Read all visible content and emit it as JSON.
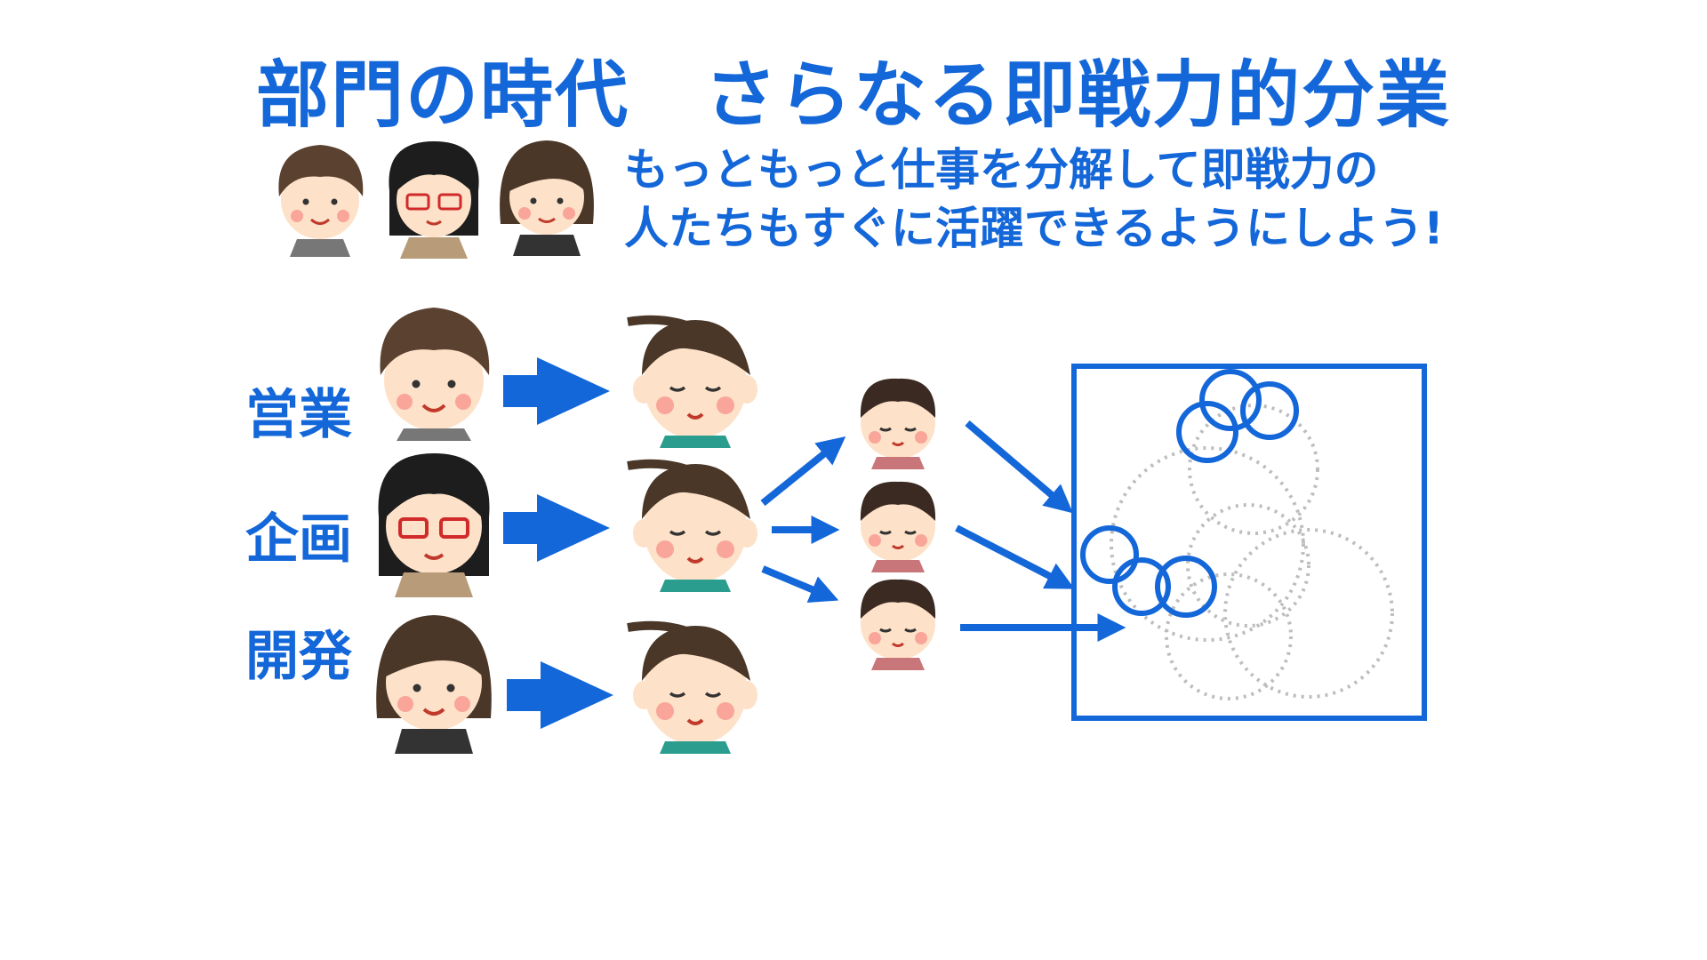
{
  "title": "部門の時代　さらなる即戦力的分業",
  "subtitle": {
    "line1": "もっともっと仕事を分解して即戦力の",
    "line2": "人たちもすぐに活躍できるようにしよう!"
  },
  "departments": [
    "営業",
    "企画",
    "開発"
  ],
  "colors": {
    "accent": "#1467d9",
    "dotted_circle": "#bdbdbd",
    "skin": "#fde1c8",
    "cheek": "#f9a59a",
    "hair": "#4a3728"
  },
  "icons": {
    "header_people": [
      "man-brown-hair-face-icon",
      "woman-glasses-face-icon",
      "woman-long-hair-face-icon"
    ],
    "specialists": [
      "man-sales-face-icon",
      "woman-planning-glasses-face-icon",
      "woman-development-face-icon"
    ],
    "generalists": [
      "man-smiling-face-icon",
      "man-smiling-face-icon",
      "man-smiling-face-icon"
    ],
    "juniors": [
      "child-face-icon",
      "child-face-icon",
      "child-face-icon"
    ]
  }
}
